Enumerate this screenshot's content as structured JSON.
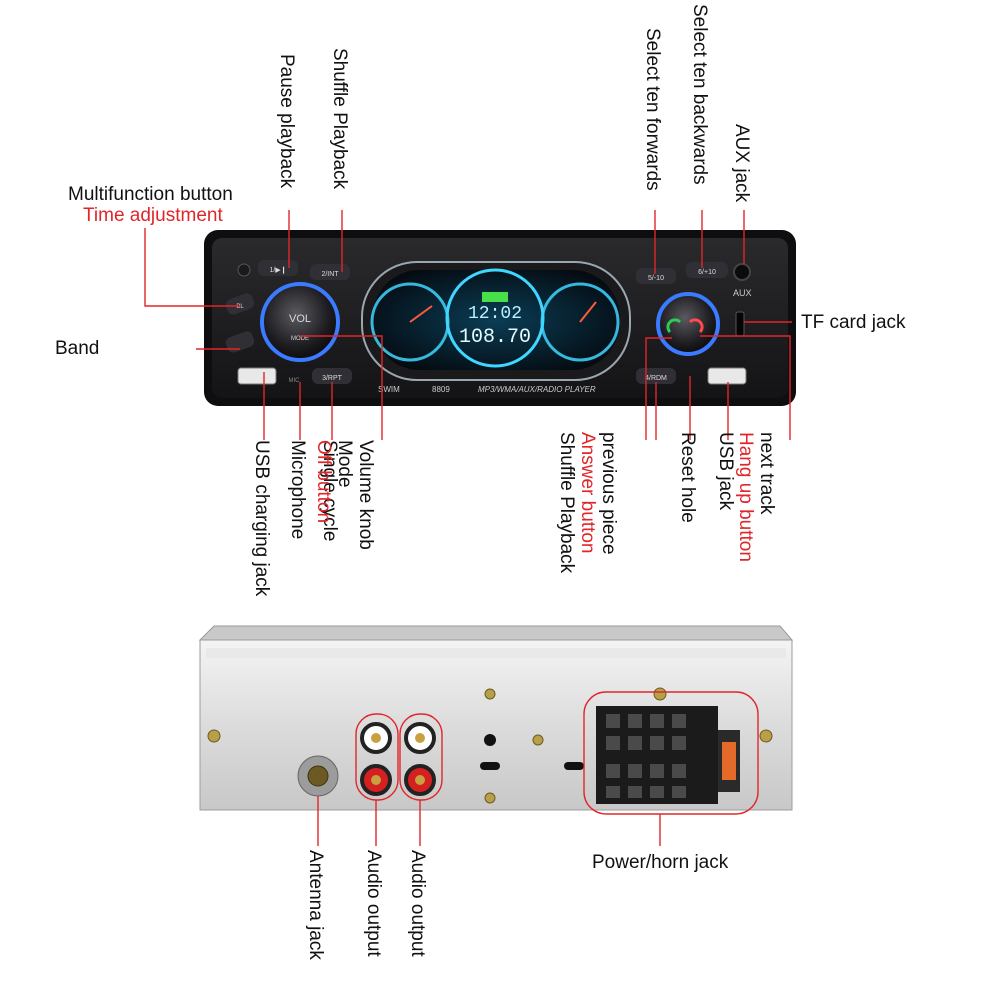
{
  "colors": {
    "accent_red": "#e0262a",
    "leader_line": "#e0262a",
    "unit_body": "#1c1c1e",
    "knob_ring": "#3b7bff",
    "display_cyan": "#3fd6ff"
  },
  "radio_face": {
    "vol_text": "VOL",
    "mode_text": "MODE",
    "brand": "SWIM",
    "model": "8809",
    "player_label": "MP3/WMA/AUX/RADIO PLAYER",
    "aux_text": "AUX",
    "display_time": "12:02",
    "display_freq": "108.70",
    "buttons": [
      "1/▶❙",
      "2/INT",
      "3/RPT",
      "4/RDM",
      "5/-10",
      "6/+10",
      "BL",
      "MIC"
    ]
  },
  "labels_top": {
    "multifunction": "Multifunction button",
    "time_adjust": "Time adjustment",
    "pause": "Pause playback",
    "shuffle_top": "Shuffle Playback",
    "select_fwd": "Select ten forwards",
    "select_back": "Select ten backwards",
    "aux_jack": "AUX jack",
    "tf_card": "TF card jack",
    "band": "Band"
  },
  "labels_bottom_left": {
    "usb_charging": "USB charging jack",
    "microphone": "Microphone",
    "single_cycle": "Single cycle",
    "volume_knob": "Volume knob",
    "mode": "Mode",
    "off_button": "Off button"
  },
  "labels_bottom_right": {
    "previous_piece": "previous piece",
    "answer_button": "Answer button",
    "shuffle_bottom": "Shuffle Playback",
    "reset_hole": "Reset hole",
    "usb_jack": "USB jack",
    "next_track": "next track",
    "hang_up": "Hang up button"
  },
  "labels_rear": {
    "antenna": "Antenna jack",
    "audio_out_1": "Audio output",
    "audio_out_2": "Audio output",
    "power_horn": "Power/horn jack"
  }
}
